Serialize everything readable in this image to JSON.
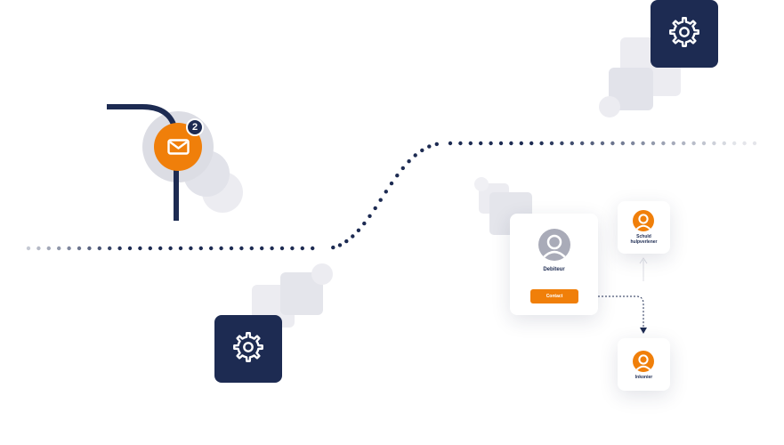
{
  "colors": {
    "navy": "#1d2b52",
    "orange": "#f07f0a",
    "grey_avatar": "#a9abb8",
    "ghost_light": "#ececf1",
    "ghost_mid": "#dcdde4"
  },
  "icons": {
    "gear": "gear-icon",
    "mail": "mail-icon",
    "user": "user-icon"
  },
  "notification": {
    "count": "2"
  },
  "debtor_card": {
    "label": "Debiteur",
    "button_label": "Contact"
  },
  "debt_counselor_card": {
    "label_line1": "Schuld",
    "label_line2": "hulpverlener"
  },
  "collector_card": {
    "label": "Inkonier"
  }
}
